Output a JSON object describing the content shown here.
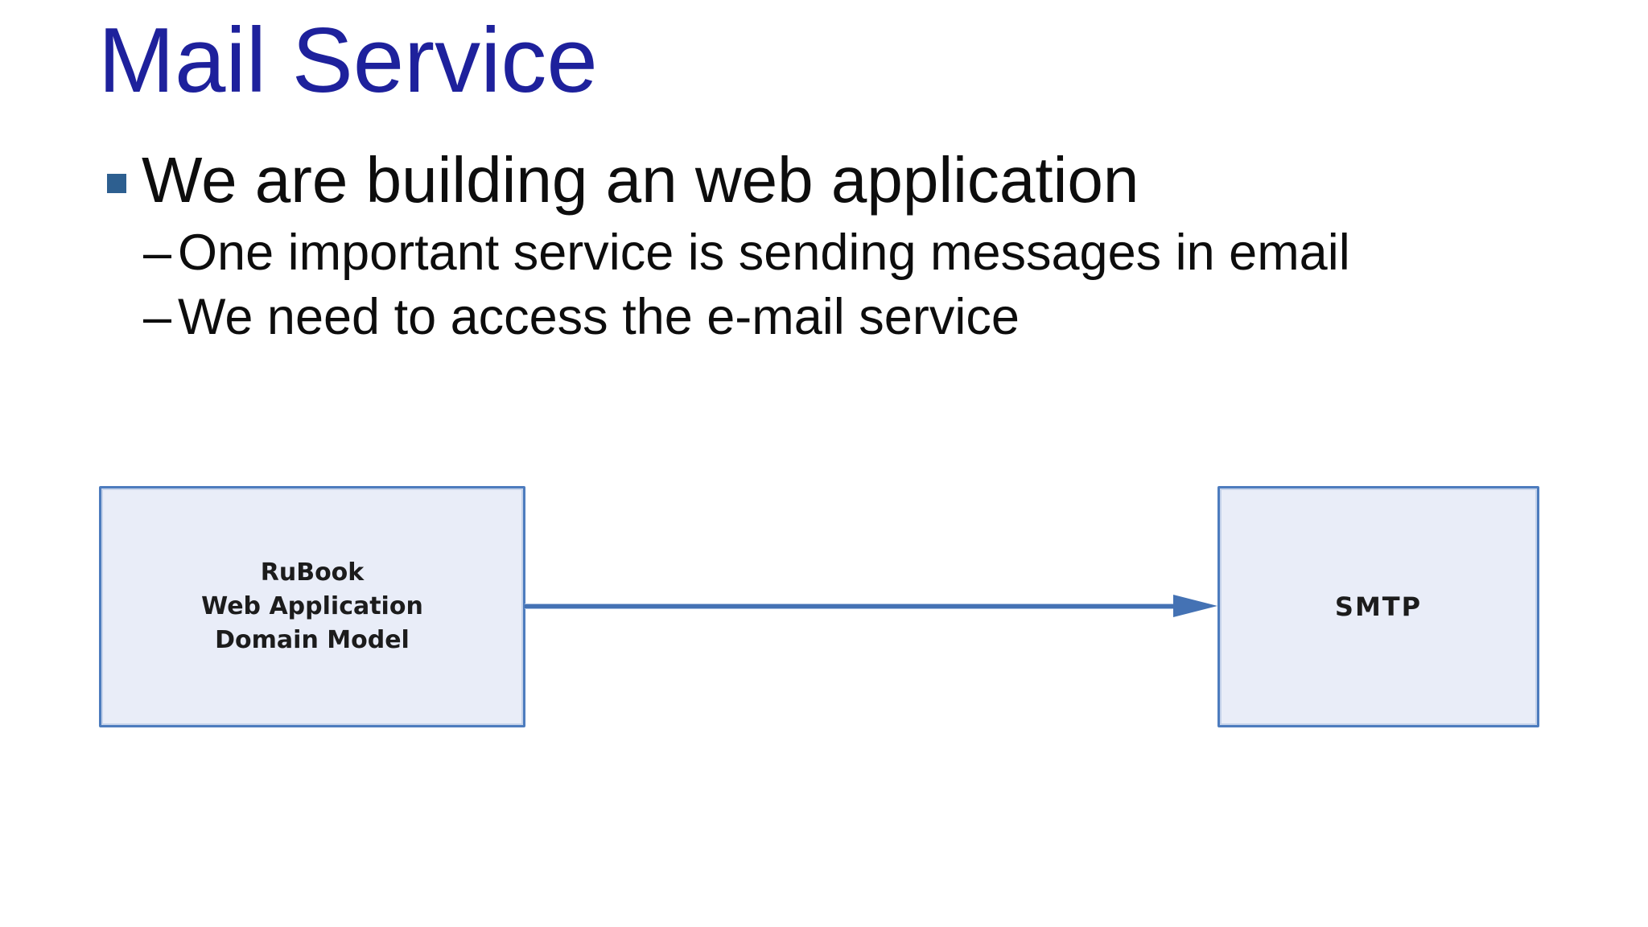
{
  "theme": {
    "background": "#ffffff",
    "title_color": "#1e219c",
    "text_color": "#0d0d0d",
    "bullet_square_color": "#2d5f90",
    "box_fill": "#e9edf8",
    "box_border": "#4d7cbe",
    "box_text_color": "#1c1c1c",
    "connector_color": "#4472b4"
  },
  "slide": {
    "title": "Mail Service",
    "bullets": [
      {
        "text": "We are building an web application",
        "sub_items": [
          {
            "marker": "–",
            "text": "One important service is sending messages in email"
          },
          {
            "marker": "–",
            "text": "We need to access the e-mail service"
          }
        ]
      }
    ]
  },
  "diagram": {
    "source_box": {
      "lines": [
        "RuBook",
        "Web Application",
        "Domain Model"
      ]
    },
    "connector": {
      "type": "arrow",
      "direction": "left-to-right"
    },
    "target_box": {
      "label": "SMTP"
    }
  }
}
